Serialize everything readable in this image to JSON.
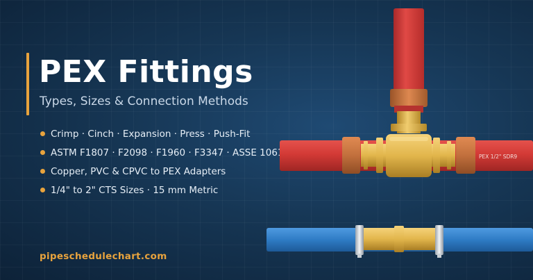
{
  "hero": {
    "title": "PEX Fittings",
    "subtitle": "Types, Sizes & Connection Methods"
  },
  "features": [
    "Crimp · Cinch · Expansion · Press · Push-Fit",
    "ASTM F1807 · F2098 · F1960 · F3347 · ASSE 1061",
    "Copper, PVC & CPVC to PEX Adapters",
    "1/4\" to 2\" CTS Sizes · 15 mm Metric"
  ],
  "footer": {
    "site": "pipeschedulechart.com"
  },
  "illustration": {
    "pipe_marking": "PEX 1/2\" SDR9",
    "icons": [
      "brass-tee-fitting-icon",
      "red-pex-pipe-icon",
      "blue-pex-pipe-icon",
      "crimp-ring-icon",
      "brass-coupling-icon"
    ]
  },
  "colors": {
    "accent": "#e8a33d",
    "background": "#163654",
    "pex_red": "#d33a36",
    "pex_blue": "#2f7cc5",
    "brass": "#e2b64c",
    "copper_ring": "#c2703d"
  }
}
